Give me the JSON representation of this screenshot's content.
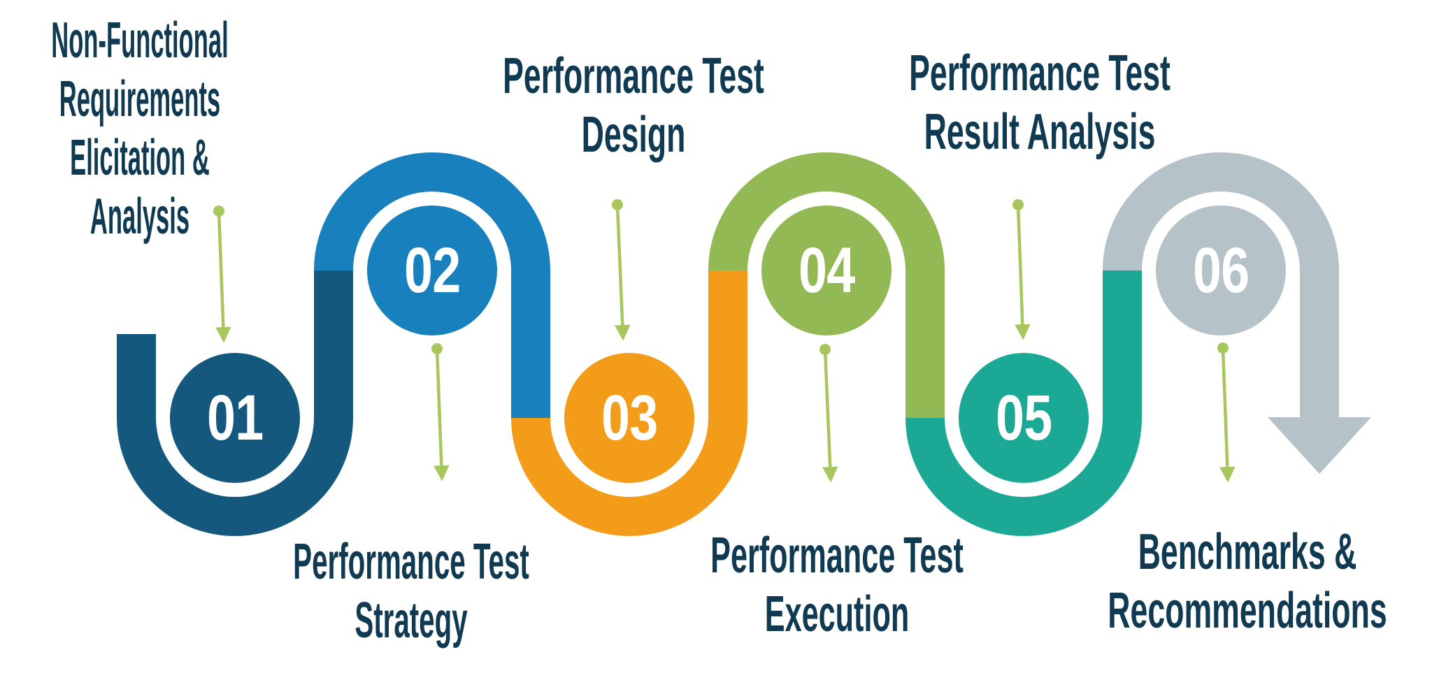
{
  "diagram": {
    "background_color": "#ffffff",
    "label_color": "#0f3a52",
    "number_color": "#ffffff",
    "arrow_color": "#a7c75d",
    "steps": [
      {
        "number": "01",
        "label": "Non-Functional\nRequirements\nElicitation & Analysis",
        "color": "#14587e"
      },
      {
        "number": "02",
        "label": "Performance Test\nStrategy",
        "color": "#1780bd"
      },
      {
        "number": "03",
        "label": "Performance Test\nDesign",
        "color": "#f39c1a"
      },
      {
        "number": "04",
        "label": "Performance Test\nExecution",
        "color": "#93b954"
      },
      {
        "number": "05",
        "label": "Performance Test\nResult Analysis",
        "color": "#1ba895"
      },
      {
        "number": "06",
        "label": "Benchmarks &\nRecommendations",
        "color": "#b5c3c9"
      }
    ]
  }
}
